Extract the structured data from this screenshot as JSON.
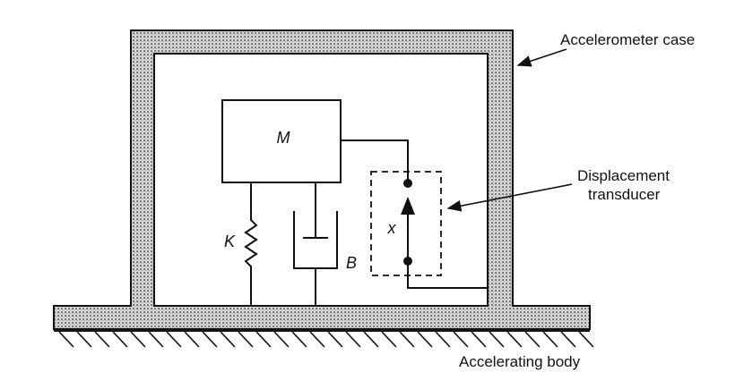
{
  "labels": {
    "case": "Accelerometer case",
    "transducer_line1": "Displacement",
    "transducer_line2": "transducer",
    "body": "Accelerating body",
    "mass": "M",
    "spring": "K",
    "damper": "B",
    "displacement": "x"
  },
  "colors": {
    "stroke": "#111111",
    "hatch_fill": "#bdbdbd",
    "background": "#ffffff"
  }
}
